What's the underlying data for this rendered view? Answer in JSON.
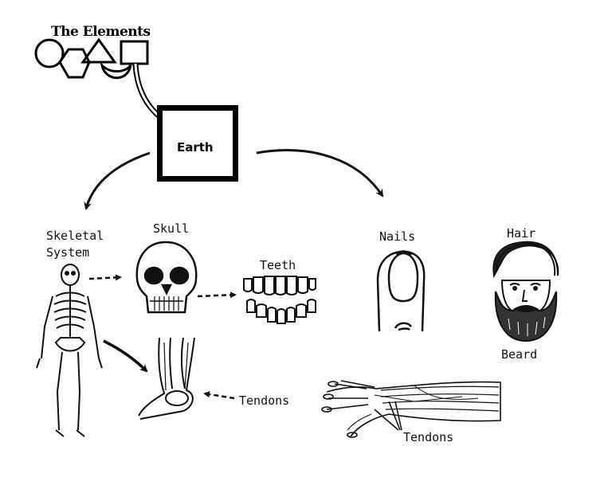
{
  "elements": {
    "title": "The Elements"
  },
  "center": {
    "label": "Earth"
  },
  "labels": {
    "skeletal_line1": "Skeletal",
    "skeletal_line2": "System",
    "skull": "Skull",
    "teeth": "Teeth",
    "tendons_leg": "Tendons",
    "nails": "Nails",
    "hair": "Hair",
    "beard": "Beard",
    "tendons_arm": "Tendons"
  },
  "icons": {
    "element_shapes": "element-shapes-icon",
    "skeleton": "skeleton-icon",
    "skull": "skull-icon",
    "teeth": "teeth-icon",
    "leg": "leg-tendons-icon",
    "nail": "finger-nail-icon",
    "bearded_face": "bearded-face-icon",
    "arm": "arm-muscles-icon"
  }
}
